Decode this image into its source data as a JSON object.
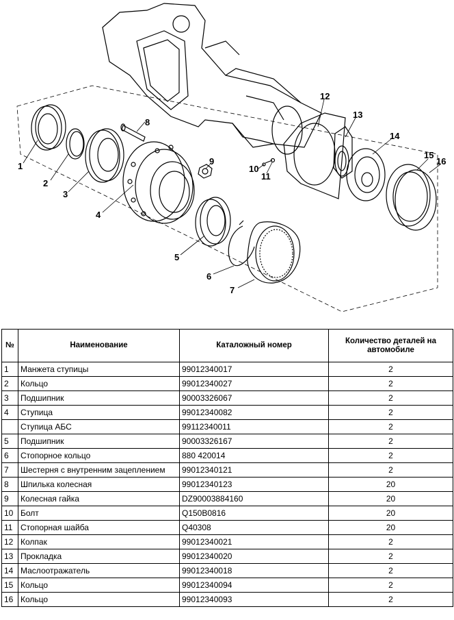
{
  "diagram": {
    "callouts": [
      "1",
      "2",
      "3",
      "4",
      "5",
      "6",
      "7",
      "8",
      "9",
      "10",
      "11",
      "12",
      "13",
      "14",
      "15",
      "16"
    ]
  },
  "table": {
    "headers": {
      "num": "№",
      "name": "Наименование",
      "catalog": "Каталожный номер",
      "qty": "Количество деталей на автомобиле"
    },
    "rows": [
      {
        "num": "1",
        "name": "Манжета ступицы",
        "catalog": "99012340017",
        "qty": "2"
      },
      {
        "num": "2",
        "name": "Кольцо",
        "catalog": "99012340027",
        "qty": "2"
      },
      {
        "num": "3",
        "name": "Подшипник",
        "catalog": "90003326067",
        "qty": "2"
      },
      {
        "num": "4",
        "name": "Ступица",
        "catalog": "99012340082",
        "qty": "2"
      },
      {
        "num": "",
        "name": "Ступица АБС",
        "catalog": "99112340011",
        "qty": "2"
      },
      {
        "num": "5",
        "name": "Подшипник",
        "catalog": "90003326167",
        "qty": "2"
      },
      {
        "num": "6",
        "name": "Стопорное кольцо",
        "catalog": "880 420014",
        "qty": "2"
      },
      {
        "num": "7",
        "name": "Шестерня с внутренним зацеплением",
        "catalog": "99012340121",
        "qty": "2"
      },
      {
        "num": "8",
        "name": "Шпилька колесная",
        "catalog": "99012340123",
        "qty": "20"
      },
      {
        "num": "9",
        "name": "Колесная гайка",
        "catalog": "DZ90003884160",
        "qty": "20"
      },
      {
        "num": "10",
        "name": "Болт",
        "catalog": "Q150B0816",
        "qty": "20"
      },
      {
        "num": "11",
        "name": "Стопорная шайба",
        "catalog": "Q40308",
        "qty": "20"
      },
      {
        "num": "12",
        "name": "Колпак",
        "catalog": "99012340021",
        "qty": "2"
      },
      {
        "num": "13",
        "name": "Прокладка",
        "catalog": "99012340020",
        "qty": "2"
      },
      {
        "num": "14",
        "name": "Маслоотражатель",
        "catalog": "99012340018",
        "qty": "2"
      },
      {
        "num": "15",
        "name": "Кольцо",
        "catalog": "99012340094",
        "qty": "2"
      },
      {
        "num": "16",
        "name": "Кольцо",
        "catalog": "99012340093",
        "qty": "2"
      }
    ]
  }
}
